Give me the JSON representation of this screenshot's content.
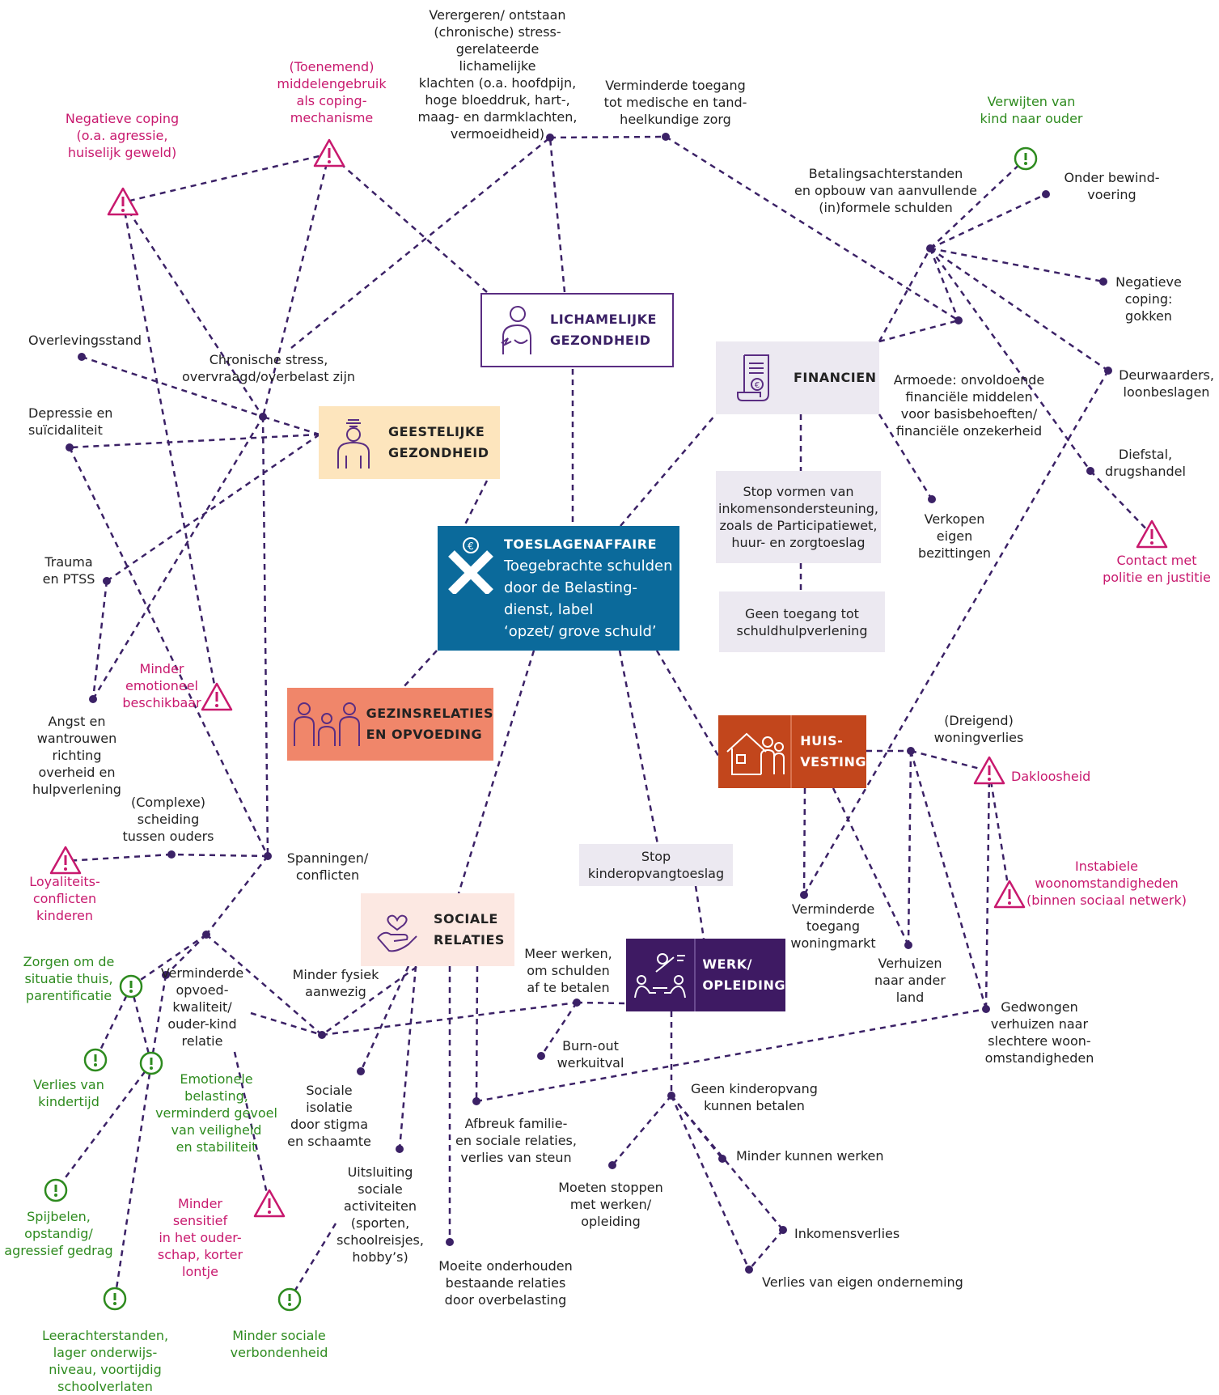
{
  "colors": {
    "line": "#3b2166",
    "warning": "#c8196e",
    "positive": "#2e8b1f",
    "center": "#0b6a9b",
    "geestelijk": "#fde5bd",
    "lichamelijk_border": "#5a2d82",
    "financien": "#ece9f1",
    "gezins": "#f0866a",
    "huisvesting": "#c2461c",
    "sociaal": "#fce8e2",
    "werk": "#3e1a63"
  },
  "center": {
    "title": "TOESLAGENAFFAIRE",
    "text": "Toegebrachte schulden\ndoor de Belasting-\ndienst, label\n‘opzet/ grove schuld’",
    "icon": "x-euro-icon"
  },
  "categories": {
    "lichamelijk": {
      "title": "LICHAMELIJKE\nGEZONDHEID",
      "icon": "person-pain-icon"
    },
    "geestelijk": {
      "title": "GEESTELIJKE\nGEZONDHEID",
      "icon": "head-stress-icon"
    },
    "financien": {
      "title": "FINANCIEN",
      "icon": "bill-euro-icon"
    },
    "gezins": {
      "title": "GEZINSRELATIES\nEN OPVOEDING",
      "icon": "family-icon"
    },
    "huisvesting": {
      "title": "HUIS-\nVESTING",
      "icon": "house-people-icon"
    },
    "sociaal": {
      "title": "SOCIALE\nRELATIES",
      "icon": "hand-heart-icon"
    },
    "werk": {
      "title": "WERK/\nOPLEIDING",
      "icon": "work-people-icon"
    }
  },
  "notes": {
    "stop_inkomen": "Stop vormen van\ninkomensondersteuning,\nzoals de Participatiewet,\nhuur- en zorgtoeslag",
    "geen_schuldhulp": "Geen toegang tot\nschuldhulpverlening",
    "stop_kinderopvang": "Stop\nkinderopvangtoeslag"
  },
  "labels": {
    "verergeren": "Verergeren/ ontstaan\n(chronische) stress-\ngerelateerde lichamelijke\nklachten (o.a. hoofdpijn,\nhoge bloeddruk, hart-,\nmaag- en darmklachten,\nvermoeidheid)",
    "toegang_zorg": "Verminderde toegang\ntot medische en tand-\nheelkundige zorg",
    "middelengebruik": "(Toenemend)\nmiddelengebruik\nals coping-\nmechanisme",
    "negatieve_coping": "Negatieve coping\n(o.a. agressie,\nhuiselijk geweld)",
    "verwijten": "Verwijten van\nkind naar ouder",
    "onder_bewind": "Onder bewind-\nvoering",
    "betalingsachterstanden": "Betalingsachterstanden\nen opbouw van aanvullende\n(in)formele schulden",
    "negatieve_gokken": "Negatieve\ncoping:\ngokken",
    "overlevingsstand": "Overlevingsstand",
    "chronische_stress": "Chronische stress,\novervraagd/overbelast zijn",
    "deurwaarders": "Deurwaarders,\nloonbeslagen",
    "armoede": "Armoede: onvoldoende\nfinanciële middelen\nvoor basisbehoeften/\nfinanciële onzekerheid",
    "depressie": "Depressie en\nsuïcidaliteit",
    "diefstal": "Diefstal,\ndrugshandel",
    "verkopen": "Verkopen\neigen\nbezittingen",
    "contact_politie": "Contact met\npolitie en justitie",
    "trauma": "Trauma\nen PTSS",
    "minder_emotioneel": "Minder\nemotioneel\nbeschikbaar",
    "angst": "Angst en\nwantrouwen\nrichting\noverheid en\nhulpverlening",
    "woningverlies": "(Dreigend)\nwoningverlies",
    "dakloosheid": "Dakloosheid",
    "complexe_scheiding": "(Complexe)\nscheiding\ntussen ouders",
    "loyaliteit": "Loyaliteits-\nconflicten\nkinderen",
    "spanningen": "Spanningen/\nconflicten",
    "instabiele": "Instabiele\nwoonomstandigheden\n(binnen sociaal netwerk)",
    "verminderde_woningmarkt": "Verminderde\ntoegang\nwoningmarkt",
    "zorgen_situatie": "Zorgen om de\nsituatie thuis,\nparentificatie",
    "verminderde_opvoed": "Verminderde\nopvoed-\nkwaliteit/\nouder-kind\nrelatie",
    "minder_fysiek": "Minder fysiek\naanwezig",
    "meer_werken": "Meer werken,\nom schulden\naf te betalen",
    "verhuizen_land": "Verhuizen\nnaar ander\nland",
    "gedwongen": "Gedwongen\nverhuizen naar\nslechtere woon-\nomstandigheden",
    "burnout": "Burn-out\nwerkuitval",
    "verlies_kindertijd": "Verlies van\nkindertijd",
    "emotionele_belasting": "Emotionele\nbelasting,\nverminderd gevoel\nvan veiligheid\nen stabiliteit",
    "sociale_isolatie": "Sociale\nisolatie\ndoor stigma\nen schaamte",
    "afbreuk": "Afbreuk familie-\nen sociale relaties,\nverlies van steun",
    "geen_kinderopvang": "Geen kinderopvang\nkunnen betalen",
    "minder_kunnen": "Minder kunnen werken",
    "uitsluiting": "Uitsluiting\nsociale\nactiviteiten\n(sporten,\nschoolreisjes,\nhobby’s)",
    "moeten_stoppen": "Moeten stoppen\nmet werken/\nopleiding",
    "spijbelen": "Spijbelen,\nopstandig/\nagressief gedrag",
    "minder_sensitief": "Minder sensitief\nin het ouder-\nschap, korter\nlontje",
    "inkomensverlies": "Inkomensverlies",
    "moeite_onderhouden": "Moeite onderhouden\nbestaande relaties\ndoor overbelasting",
    "verlies_onderneming": "Verlies van eigen onderneming",
    "leerachterstanden": "Leerachterstanden,\nlager onderwijs-\nniveau, voortijdig\nschoolverlaten",
    "minder_verbondenheid": "Minder sociale\nverbondenheid"
  }
}
